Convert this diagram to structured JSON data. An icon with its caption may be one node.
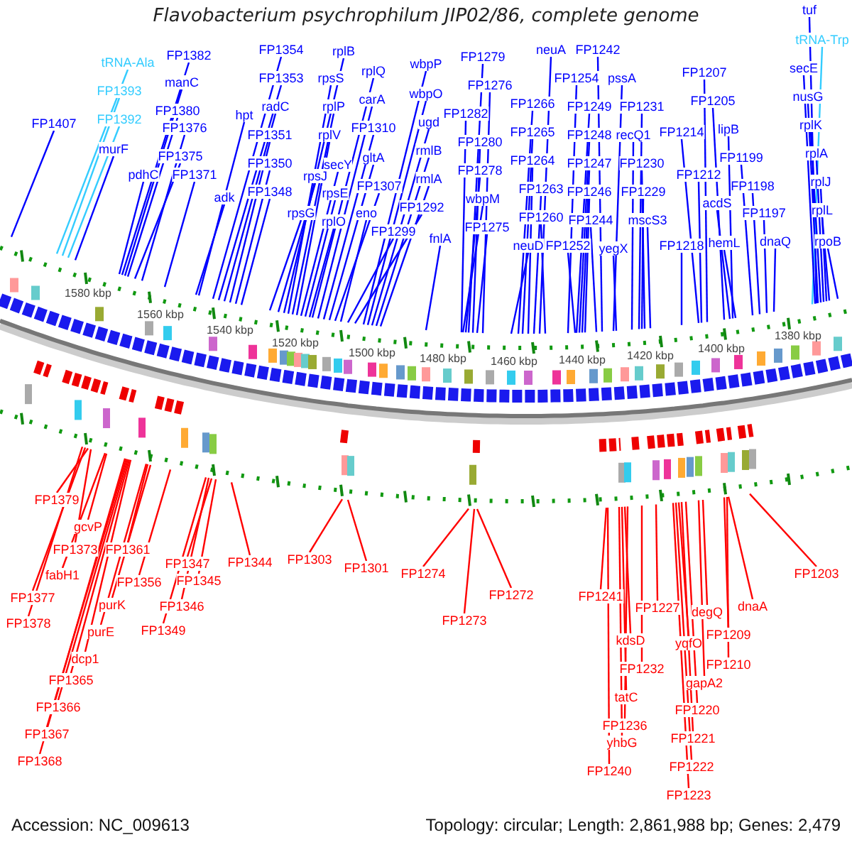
{
  "diagram": {
    "title": "Flavobacterium psychrophilum JIP02/86, complete genome",
    "nodes": [
      {
        "text": [
          "FP1407"
        ]
      },
      {
        "text": [
          "tRNA-Ala"
        ]
      },
      {
        "text": [
          "FP1393"
        ]
      },
      {
        "text": [
          "FP1392"
        ]
      },
      {
        "text": [
          "murF"
        ]
      },
      {
        "text": [
          "FP1382"
        ]
      },
      {
        "text": [
          "manC"
        ]
      },
      {
        "text": [
          "FP1380"
        ]
      },
      {
        "text": [
          "FP1376"
        ]
      },
      {
        "text": [
          "FP1375"
        ]
      },
      {
        "text": [
          "pdhC"
        ]
      },
      {
        "text": [
          "FP1371"
        ]
      },
      {
        "text": [
          "hpt"
        ]
      },
      {
        "text": [
          "adk"
        ]
      },
      {
        "text": [
          "FP1354"
        ]
      },
      {
        "text": [
          "FP1353"
        ]
      },
      {
        "text": [
          "radC"
        ]
      },
      {
        "text": [
          "FP1351"
        ]
      },
      {
        "text": [
          "FP1350"
        ]
      },
      {
        "text": [
          "FP1348"
        ]
      },
      {
        "text": [
          "rplB"
        ]
      },
      {
        "text": [
          "rpsS"
        ]
      },
      {
        "text": [
          "rplQ"
        ]
      },
      {
        "text": [
          "rplP"
        ]
      },
      {
        "text": [
          "carA"
        ]
      },
      {
        "text": [
          "rplV"
        ]
      },
      {
        "text": [
          "FP1310"
        ]
      },
      {
        "text": [
          "secY"
        ]
      },
      {
        "text": [
          "gltA"
        ]
      },
      {
        "text": [
          "rpsJ"
        ]
      },
      {
        "text": [
          "rpsE"
        ]
      },
      {
        "text": [
          "FP1307"
        ]
      },
      {
        "text": [
          "rpsG"
        ]
      },
      {
        "text": [
          "rplO"
        ]
      },
      {
        "text": [
          "eno"
        ]
      },
      {
        "text": [
          "FP1299"
        ]
      },
      {
        "text": [
          "wbpP"
        ]
      },
      {
        "text": [
          "wbpO"
        ]
      },
      {
        "text": [
          "ugd"
        ]
      },
      {
        "text": [
          "rmlB"
        ]
      },
      {
        "text": [
          "rmlA"
        ]
      },
      {
        "text": [
          "FP1292"
        ]
      },
      {
        "text": [
          "fnlA"
        ]
      },
      {
        "text": [
          "FP1279"
        ]
      },
      {
        "text": [
          "FP1276"
        ]
      },
      {
        "text": [
          "FP1282"
        ]
      },
      {
        "text": [
          "FP1280"
        ]
      },
      {
        "text": [
          "FP1278"
        ]
      },
      {
        "text": [
          "wbpM"
        ]
      },
      {
        "text": [
          "FP1275"
        ]
      },
      {
        "text": [
          "neuA"
        ]
      },
      {
        "text": [
          "FP1266"
        ]
      },
      {
        "text": [
          "FP1265"
        ]
      },
      {
        "text": [
          "FP1264"
        ]
      },
      {
        "text": [
          "FP1263"
        ]
      },
      {
        "text": [
          "FP1260"
        ]
      },
      {
        "text": [
          "neuD"
        ]
      },
      {
        "text": [
          "FP1254"
        ]
      },
      {
        "text": [
          "FP1249"
        ]
      },
      {
        "text": [
          "FP1248"
        ]
      },
      {
        "text": [
          "FP1247"
        ]
      },
      {
        "text": [
          "FP1246"
        ]
      },
      {
        "text": [
          "FP1244"
        ]
      },
      {
        "text": [
          "FP1252"
        ]
      },
      {
        "text": [
          "FP1242"
        ]
      },
      {
        "text": [
          "pssA"
        ]
      },
      {
        "text": [
          "FP1231"
        ]
      },
      {
        "text": [
          "recQ1"
        ]
      },
      {
        "text": [
          "FP1230"
        ]
      },
      {
        "text": [
          "FP1229"
        ]
      },
      {
        "text": [
          "mscS3"
        ]
      },
      {
        "text": [
          "yegX"
        ]
      },
      {
        "text": [
          "FP1218"
        ]
      },
      {
        "text": [
          "FP1207"
        ]
      },
      {
        "text": [
          "FP1205"
        ]
      },
      {
        "text": [
          "FP1214"
        ]
      },
      {
        "text": [
          "lipB"
        ]
      },
      {
        "text": [
          "FP1212"
        ]
      },
      {
        "text": [
          "FP1199"
        ]
      },
      {
        "text": [
          "FP1198"
        ]
      },
      {
        "text": [
          "acdS"
        ]
      },
      {
        "text": [
          "FP1197"
        ]
      },
      {
        "text": [
          "hemL"
        ]
      },
      {
        "text": [
          "dnaQ"
        ]
      },
      {
        "text": [
          "tuf"
        ]
      },
      {
        "text": [
          "tRNA-Trp"
        ]
      },
      {
        "text": [
          "secE"
        ]
      },
      {
        "text": [
          "nusG"
        ]
      },
      {
        "text": [
          "rplK"
        ]
      },
      {
        "text": [
          "rplA"
        ]
      },
      {
        "text": [
          "rplJ"
        ]
      },
      {
        "text": [
          "rplL"
        ]
      },
      {
        "text": [
          "rpoB"
        ]
      },
      {
        "text": [
          "FP1379"
        ]
      },
      {
        "text": [
          "gcvP"
        ]
      },
      {
        "text": [
          "FP1373"
        ]
      },
      {
        "text": [
          "FP1361"
        ]
      },
      {
        "text": [
          "fabH1"
        ]
      },
      {
        "text": [
          "FP1356"
        ]
      },
      {
        "text": [
          "FP1377"
        ]
      },
      {
        "text": [
          "purK"
        ]
      },
      {
        "text": [
          "FP1378"
        ]
      },
      {
        "text": [
          "purE"
        ]
      },
      {
        "text": [
          "dcp1"
        ]
      },
      {
        "text": [
          "FP1365"
        ]
      },
      {
        "text": [
          "FP1366"
        ]
      },
      {
        "text": [
          "FP1367"
        ]
      },
      {
        "text": [
          "FP1368"
        ]
      },
      {
        "text": [
          "FP1347"
        ]
      },
      {
        "text": [
          "FP1345"
        ]
      },
      {
        "text": [
          "FP1346"
        ]
      },
      {
        "text": [
          "FP1349"
        ]
      },
      {
        "text": [
          "FP1344"
        ]
      },
      {
        "text": [
          "FP1303"
        ]
      },
      {
        "text": [
          "FP1301"
        ]
      },
      {
        "text": [
          "FP1274"
        ]
      },
      {
        "text": [
          "FP1273"
        ]
      },
      {
        "text": [
          "FP1272"
        ]
      },
      {
        "text": [
          "FP1241"
        ]
      },
      {
        "text": [
          "FP1227"
        ]
      },
      {
        "text": [
          "degQ"
        ]
      },
      {
        "text": [
          "kdsD"
        ]
      },
      {
        "text": [
          "yqfO"
        ]
      },
      {
        "text": [
          "FP1232"
        ]
      },
      {
        "text": [
          "FP1209"
        ]
      },
      {
        "text": [
          "FP1210"
        ]
      },
      {
        "text": [
          "gapA2"
        ]
      },
      {
        "text": [
          "tatC"
        ]
      },
      {
        "text": [
          "FP1220"
        ]
      },
      {
        "text": [
          "FP1236"
        ]
      },
      {
        "text": [
          "yhbG"
        ]
      },
      {
        "text": [
          "FP1221"
        ]
      },
      {
        "text": [
          "FP1240"
        ]
      },
      {
        "text": [
          "FP1222"
        ]
      },
      {
        "text": [
          "FP1223"
        ]
      },
      {
        "text": [
          "dnaA"
        ]
      },
      {
        "text": [
          "FP1203"
        ]
      }
    ],
    "edges": [
      {
        "from": 0,
        "to": null,
        "arrow": "none"
      },
      {
        "from": 1,
        "to": null,
        "arrow": "none",
        "color": "#33ccff"
      },
      {
        "from": 2,
        "to": null,
        "arrow": "none",
        "color": "#33ccff"
      },
      {
        "from": 3,
        "to": null,
        "arrow": "none",
        "color": "#33ccff"
      },
      {
        "from": 4,
        "to": null,
        "arrow": "none"
      },
      {
        "from": 5,
        "to": null,
        "arrow": "none"
      },
      {
        "from": 6,
        "to": null,
        "arrow": "none"
      },
      {
        "from": 7,
        "to": null,
        "arrow": "none"
      },
      {
        "from": 8,
        "to": null,
        "arrow": "none"
      },
      {
        "from": 9,
        "to": null,
        "arrow": "none"
      },
      {
        "from": 10,
        "to": null,
        "arrow": "none"
      },
      {
        "from": 11,
        "to": null,
        "arrow": "none"
      },
      {
        "from": 12,
        "to": null,
        "arrow": "none"
      },
      {
        "from": 13,
        "to": null,
        "arrow": "none"
      },
      {
        "from": 14,
        "to": null,
        "arrow": "none"
      },
      {
        "from": 15,
        "to": null,
        "arrow": "none"
      },
      {
        "from": 16,
        "to": null,
        "arrow": "none"
      },
      {
        "from": 17,
        "to": null,
        "arrow": "none"
      },
      {
        "from": 18,
        "to": null,
        "arrow": "none"
      },
      {
        "from": 19,
        "to": null,
        "arrow": "none"
      },
      {
        "from": 20,
        "to": null,
        "arrow": "none"
      },
      {
        "from": 21,
        "to": null,
        "arrow": "none"
      },
      {
        "from": 22,
        "to": null,
        "arrow": "none"
      },
      {
        "from": 23,
        "to": null,
        "arrow": "none"
      },
      {
        "from": 24,
        "to": null,
        "arrow": "none"
      },
      {
        "from": 25,
        "to": null,
        "arrow": "none"
      },
      {
        "from": 26,
        "to": null,
        "arrow": "none"
      },
      {
        "from": 27,
        "to": null,
        "arrow": "none"
      },
      {
        "from": 28,
        "to": null,
        "arrow": "none"
      },
      {
        "from": 29,
        "to": null,
        "arrow": "none"
      },
      {
        "from": 30,
        "to": null,
        "arrow": "none"
      },
      {
        "from": 31,
        "to": null,
        "arrow": "none"
      },
      {
        "from": 32,
        "to": null,
        "arrow": "none"
      },
      {
        "from": 33,
        "to": null,
        "arrow": "none"
      },
      {
        "from": 34,
        "to": null,
        "arrow": "none"
      },
      {
        "from": 35,
        "to": null,
        "arrow": "none"
      },
      {
        "from": 36,
        "to": null,
        "arrow": "none"
      },
      {
        "from": 37,
        "to": null,
        "arrow": "none"
      },
      {
        "from": 38,
        "to": null,
        "arrow": "none"
      },
      {
        "from": 39,
        "to": null,
        "arrow": "none"
      },
      {
        "from": 40,
        "to": null,
        "arrow": "none"
      },
      {
        "from": 41,
        "to": null,
        "arrow": "none"
      },
      {
        "from": 42,
        "to": null,
        "arrow": "none"
      },
      {
        "from": 43,
        "to": null,
        "arrow": "none"
      },
      {
        "from": 44,
        "to": null,
        "arrow": "none"
      },
      {
        "from": 45,
        "to": null,
        "arrow": "none"
      },
      {
        "from": 46,
        "to": null,
        "arrow": "none"
      },
      {
        "from": 47,
        "to": null,
        "arrow": "none"
      },
      {
        "from": 48,
        "to": null,
        "arrow": "none"
      },
      {
        "from": 49,
        "to": null,
        "arrow": "none"
      },
      {
        "from": 50,
        "to": null,
        "arrow": "none"
      },
      {
        "from": 51,
        "to": null,
        "arrow": "none"
      },
      {
        "from": 52,
        "to": null,
        "arrow": "none"
      },
      {
        "from": 53,
        "to": null,
        "arrow": "none"
      },
      {
        "from": 54,
        "to": null,
        "arrow": "none"
      },
      {
        "from": 55,
        "to": null,
        "arrow": "none"
      },
      {
        "from": 56,
        "to": null,
        "arrow": "none"
      },
      {
        "from": 57,
        "to": null,
        "arrow": "none"
      },
      {
        "from": 58,
        "to": null,
        "arrow": "none"
      },
      {
        "from": 59,
        "to": null,
        "arrow": "none"
      },
      {
        "from": 60,
        "to": null,
        "arrow": "none"
      },
      {
        "from": 61,
        "to": null,
        "arrow": "none"
      },
      {
        "from": 62,
        "to": null,
        "arrow": "none"
      },
      {
        "from": 63,
        "to": null,
        "arrow": "none"
      },
      {
        "from": 64,
        "to": null,
        "arrow": "none"
      },
      {
        "from": 65,
        "to": null,
        "arrow": "none"
      },
      {
        "from": 66,
        "to": null,
        "arrow": "none"
      },
      {
        "from": 67,
        "to": null,
        "arrow": "none"
      },
      {
        "from": 68,
        "to": null,
        "arrow": "none"
      },
      {
        "from": 69,
        "to": null,
        "arrow": "none"
      },
      {
        "from": 70,
        "to": null,
        "arrow": "none"
      },
      {
        "from": 71,
        "to": null,
        "arrow": "none"
      },
      {
        "from": 72,
        "to": null,
        "arrow": "none"
      },
      {
        "from": 73,
        "to": null,
        "arrow": "none"
      },
      {
        "from": 74,
        "to": null,
        "arrow": "none"
      },
      {
        "from": 75,
        "to": null,
        "arrow": "none"
      },
      {
        "from": 76,
        "to": null,
        "arrow": "none"
      },
      {
        "from": 77,
        "to": null,
        "arrow": "none"
      },
      {
        "from": 78,
        "to": null,
        "arrow": "none"
      },
      {
        "from": 79,
        "to": null,
        "arrow": "none"
      },
      {
        "from": 80,
        "to": null,
        "arrow": "none"
      },
      {
        "from": 81,
        "to": null,
        "arrow": "none"
      },
      {
        "from": 82,
        "to": null,
        "arrow": "none"
      },
      {
        "from": 83,
        "to": null,
        "arrow": "none"
      },
      {
        "from": 84,
        "to": null,
        "arrow": "none"
      },
      {
        "from": 85,
        "to": null,
        "arrow": "none",
        "color": "#33ccff"
      },
      {
        "from": 86,
        "to": null,
        "arrow": "none"
      },
      {
        "from": 87,
        "to": null,
        "arrow": "none"
      },
      {
        "from": 88,
        "to": null,
        "arrow": "none"
      },
      {
        "from": 89,
        "to": null,
        "arrow": "none"
      },
      {
        "from": 90,
        "to": null,
        "arrow": "none"
      },
      {
        "from": 91,
        "to": null,
        "arrow": "none"
      },
      {
        "from": 92,
        "to": null,
        "arrow": "none"
      },
      {
        "from": 93,
        "to": null,
        "arrow": "none",
        "color": "#ff0000"
      },
      {
        "from": 94,
        "to": null,
        "arrow": "none",
        "color": "#ff0000"
      },
      {
        "from": 95,
        "to": null,
        "arrow": "none",
        "color": "#ff0000"
      },
      {
        "from": 96,
        "to": null,
        "arrow": "none",
        "color": "#ff0000"
      },
      {
        "from": 97,
        "to": null,
        "arrow": "none",
        "color": "#ff0000"
      },
      {
        "from": 98,
        "to": null,
        "arrow": "none",
        "color": "#ff0000"
      },
      {
        "from": 99,
        "to": null,
        "arrow": "none",
        "color": "#ff0000"
      },
      {
        "from": 100,
        "to": null,
        "arrow": "none",
        "color": "#ff0000"
      },
      {
        "from": 101,
        "to": null,
        "arrow": "none",
        "color": "#ff0000"
      },
      {
        "from": 102,
        "to": null,
        "arrow": "none",
        "color": "#ff0000"
      },
      {
        "from": 103,
        "to": null,
        "arrow": "none",
        "color": "#ff0000"
      },
      {
        "from": 104,
        "to": null,
        "arrow": "none",
        "color": "#ff0000"
      },
      {
        "from": 105,
        "to": null,
        "arrow": "none",
        "color": "#ff0000"
      },
      {
        "from": 106,
        "to": null,
        "arrow": "none",
        "color": "#ff0000"
      },
      {
        "from": 107,
        "to": null,
        "arrow": "none",
        "color": "#ff0000"
      },
      {
        "from": 108,
        "to": null,
        "arrow": "none",
        "color": "#ff0000"
      },
      {
        "from": 109,
        "to": null,
        "arrow": "none",
        "color": "#ff0000"
      },
      {
        "from": 110,
        "to": null,
        "arrow": "none",
        "color": "#ff0000"
      },
      {
        "from": 111,
        "to": null,
        "arrow": "none",
        "color": "#ff0000"
      },
      {
        "from": 112,
        "to": null,
        "arrow": "none",
        "color": "#ff0000"
      },
      {
        "from": 113,
        "to": null,
        "arrow": "none",
        "color": "#ff0000"
      },
      {
        "from": 114,
        "to": null,
        "arrow": "none",
        "color": "#ff0000"
      },
      {
        "from": 115,
        "to": null,
        "arrow": "none",
        "color": "#ff0000"
      },
      {
        "from": 116,
        "to": null,
        "arrow": "none",
        "color": "#ff0000"
      },
      {
        "from": 117,
        "to": null,
        "arrow": "none",
        "color": "#ff0000"
      },
      {
        "from": 118,
        "to": null,
        "arrow": "none",
        "color": "#ff0000"
      },
      {
        "from": 119,
        "to": null,
        "arrow": "none",
        "color": "#ff0000"
      },
      {
        "from": 120,
        "to": null,
        "arrow": "none",
        "color": "#ff0000"
      },
      {
        "from": 121,
        "to": null,
        "arrow": "none",
        "color": "#ff0000"
      },
      {
        "from": 122,
        "to": null,
        "arrow": "none",
        "color": "#ff0000"
      },
      {
        "from": 123,
        "to": null,
        "arrow": "none",
        "color": "#ff0000"
      },
      {
        "from": 124,
        "to": null,
        "arrow": "none",
        "color": "#ff0000"
      },
      {
        "from": 125,
        "to": null,
        "arrow": "none",
        "color": "#ff0000"
      },
      {
        "from": 126,
        "to": null,
        "arrow": "none",
        "color": "#ff0000"
      },
      {
        "from": 127,
        "to": null,
        "arrow": "none",
        "color": "#ff0000"
      },
      {
        "from": 128,
        "to": null,
        "arrow": "none",
        "color": "#ff0000"
      },
      {
        "from": 129,
        "to": null,
        "arrow": "none",
        "color": "#ff0000"
      },
      {
        "from": 130,
        "to": null,
        "arrow": "none",
        "color": "#ff0000"
      },
      {
        "from": 131,
        "to": null,
        "arrow": "none",
        "color": "#ff0000"
      },
      {
        "from": 132,
        "to": null,
        "arrow": "none",
        "color": "#ff0000"
      },
      {
        "from": 133,
        "to": null,
        "arrow": "none",
        "color": "#ff0000"
      },
      {
        "from": 134,
        "to": null,
        "arrow": "none",
        "color": "#ff0000"
      },
      {
        "from": 135,
        "to": null,
        "arrow": "none",
        "color": "#ff0000"
      },
      {
        "from": 136,
        "to": null,
        "arrow": "none",
        "color": "#ff0000"
      }
    ],
    "labels": [
      "1580 kbp",
      "1560 kbp",
      "1540 kbp",
      "1520 kbp",
      "1500 kbp",
      "1480 kbp",
      "1460 kbp",
      "1440 kbp",
      "1420 kbp",
      "1400 kbp",
      "1380 kbp",
      "Accession: NC_009613",
      "Topology: circular; Length: 2,861,988 bp; Genes: 2,479"
    ]
  }
}
